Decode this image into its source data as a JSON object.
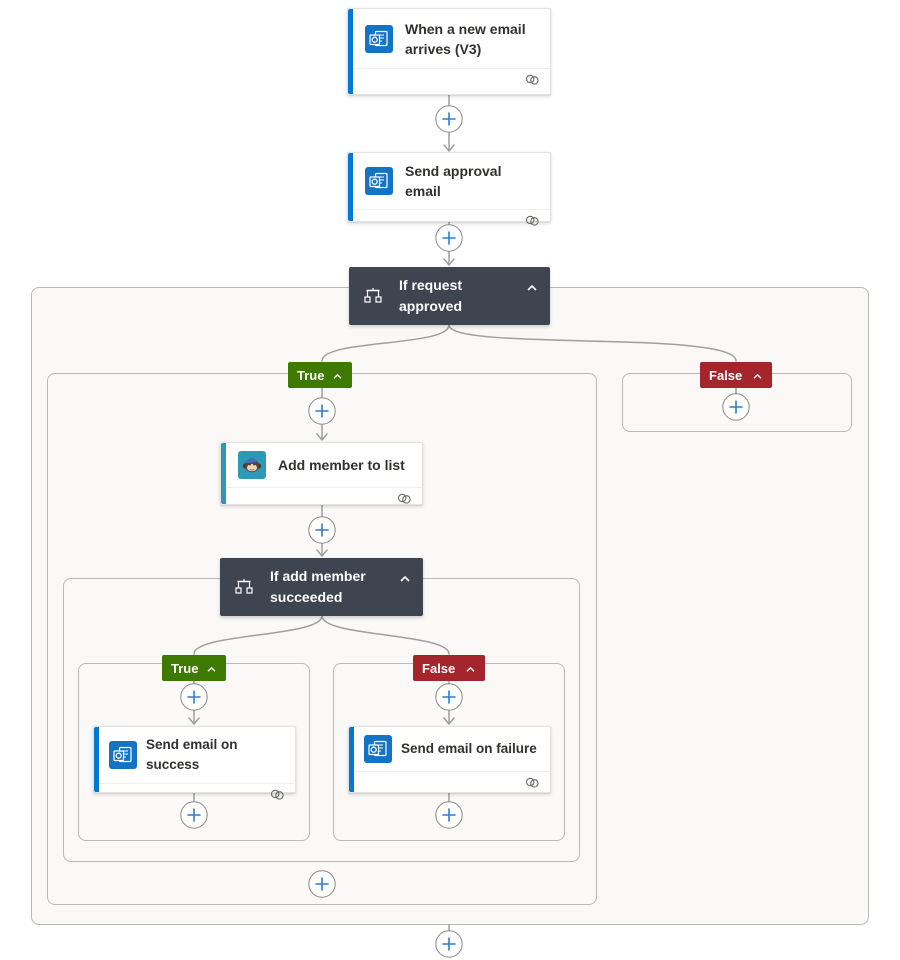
{
  "flow": {
    "trigger": {
      "title": "When a new email arrives (V3)",
      "icon": "outlook"
    },
    "send_approval": {
      "title": "Send approval email",
      "icon": "outlook"
    },
    "if_request": {
      "title": "If request approved",
      "icon": "condition"
    },
    "add_member": {
      "title": "Add member to list",
      "icon": "mailchimp"
    },
    "if_member": {
      "title": "If add member succeeded",
      "icon": "condition"
    },
    "email_success": {
      "title": "Send email on success",
      "icon": "outlook"
    },
    "email_failure": {
      "title": "Send email on failure",
      "icon": "outlook"
    }
  },
  "labels": {
    "true": "True",
    "false": "False"
  },
  "colors": {
    "accent_blue": "#0078d4",
    "outlook_icon_bg": "#1373c5",
    "mailchimp_teal": "#2c9ab7",
    "condition_card_bg": "#3e4450",
    "true_badge": "#3f7a00",
    "false_badge": "#a4262c",
    "connector_gray": "#a19f9d",
    "scope_border": "#bcb9b6",
    "scope_background": "#faf9f8"
  }
}
